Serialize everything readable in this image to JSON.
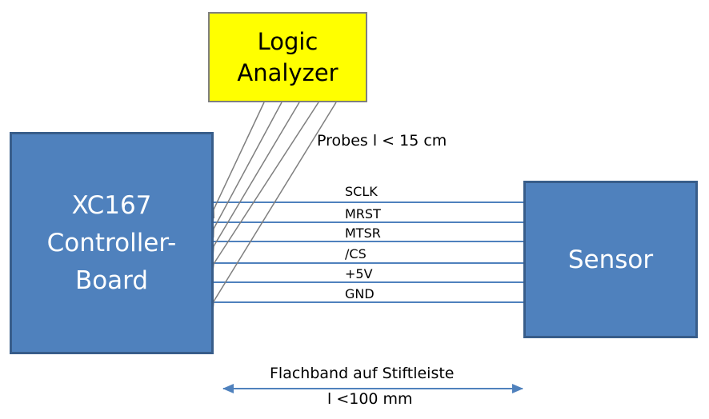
{
  "analyzer": {
    "line1": "Logic",
    "line2": "Analyzer",
    "fill": "#ffff00"
  },
  "controller": {
    "line1": "XC167",
    "line2": "Controller-",
    "line3": "Board",
    "fill": "#4f81bd"
  },
  "sensor": {
    "label": "Sensor",
    "fill": "#4f81bd"
  },
  "probes_label": "Probes l < 15 cm",
  "signals": [
    "SCLK",
    "MRST",
    "MTSR",
    "/CS",
    "+5V",
    "GND"
  ],
  "cable": {
    "line1": "Flachband auf Stiftleiste",
    "line2": "l <100 mm"
  },
  "colors": {
    "wire": "#4f81bd",
    "probe": "#7f7f7f"
  }
}
